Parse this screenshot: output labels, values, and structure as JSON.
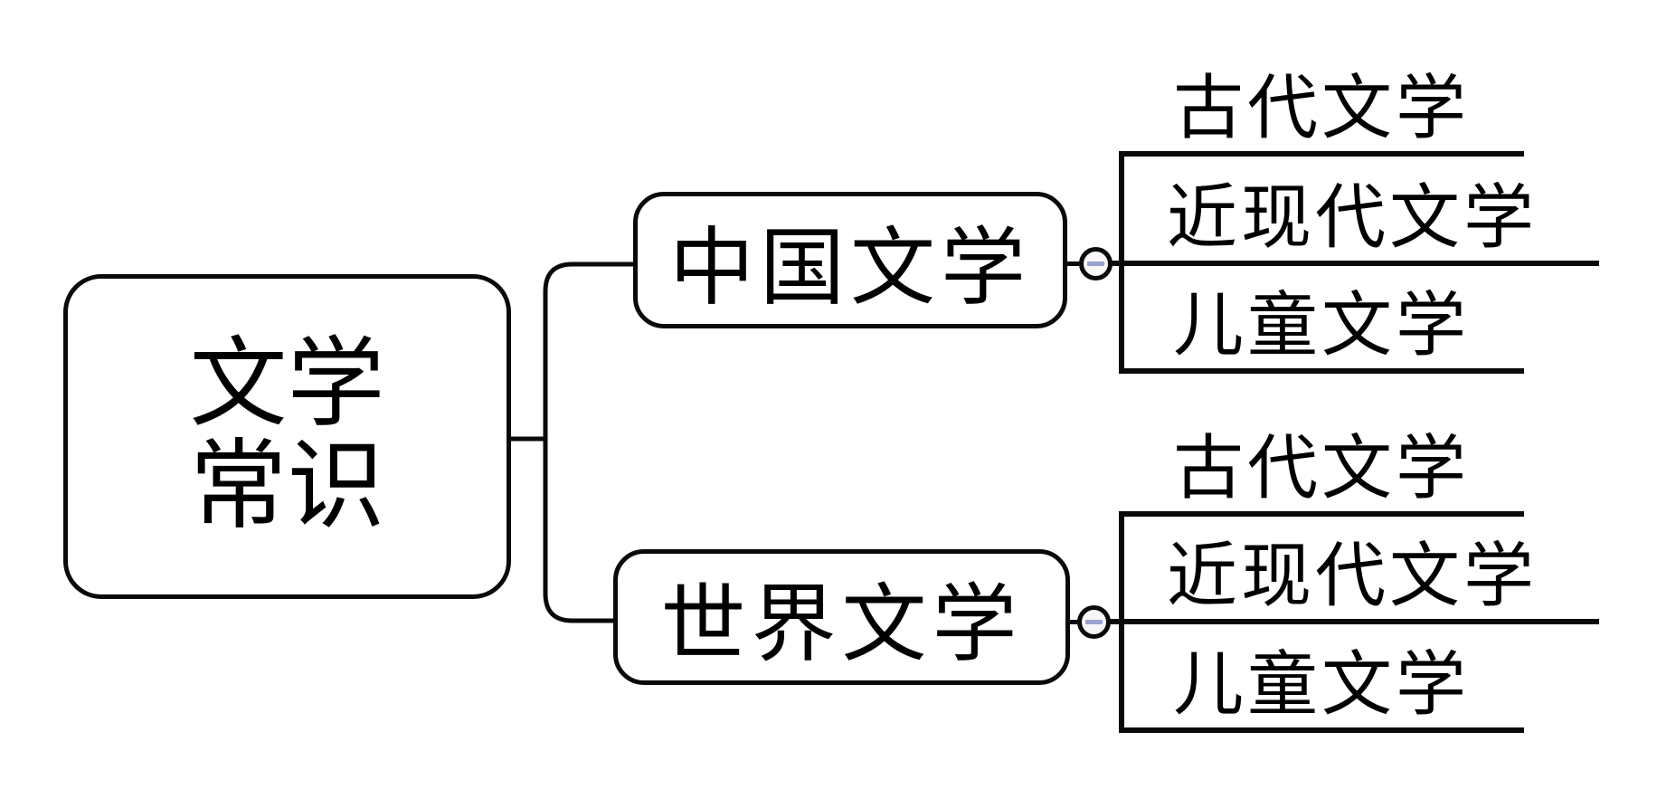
{
  "diagram": {
    "root": {
      "label": "文学\n常识"
    },
    "branches": [
      {
        "label": "中国文学",
        "collapsed": false,
        "children": [
          {
            "label": "古代文学"
          },
          {
            "label": "近现代文学"
          },
          {
            "label": "儿童文学"
          }
        ]
      },
      {
        "label": "世界文学",
        "collapsed": false,
        "children": [
          {
            "label": "古代文学"
          },
          {
            "label": "近现代文学"
          },
          {
            "label": "儿童文学"
          }
        ]
      }
    ],
    "colors": {
      "line": "#0a0a0a",
      "background": "#ffffff",
      "collapse_button_fill": "#f7f7fa",
      "collapse_minus": "#98a3cf"
    }
  }
}
